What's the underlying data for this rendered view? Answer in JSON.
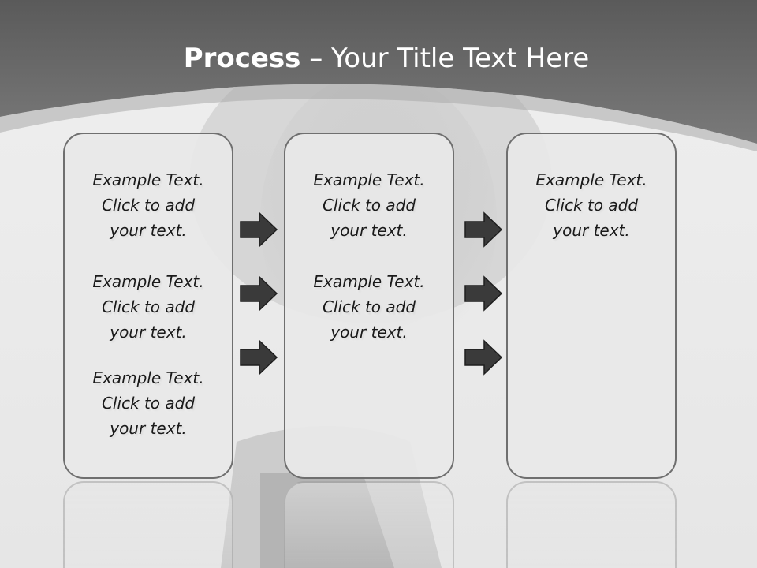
{
  "slide": {
    "title_bold": "Process",
    "title_rest": " – Your Title Text Here",
    "colors": {
      "header_band": "#6b6b6b",
      "box_border": "#6f6f6f",
      "arrow_fill": "#3a3a3a"
    },
    "boxes": [
      {
        "items": [
          {
            "line1": "Example Text.",
            "line2": "Click  to add",
            "line3": "your text."
          },
          {
            "line1": "Example Text.",
            "line2": "Click  to add",
            "line3": "your text."
          },
          {
            "line1": "Example Text.",
            "line2": "Click  to add",
            "line3": "your text."
          }
        ]
      },
      {
        "items": [
          {
            "line1": "Example Text.",
            "line2": "Click  to add",
            "line3": "your text."
          },
          {
            "line1": "Example Text.",
            "line2": "Click  to add",
            "line3": "your text."
          }
        ]
      },
      {
        "items": [
          {
            "line1": "Example Text.",
            "line2": "Click  to add",
            "line3": "your text."
          }
        ]
      }
    ],
    "arrow_icon": "right-arrow-icon"
  }
}
